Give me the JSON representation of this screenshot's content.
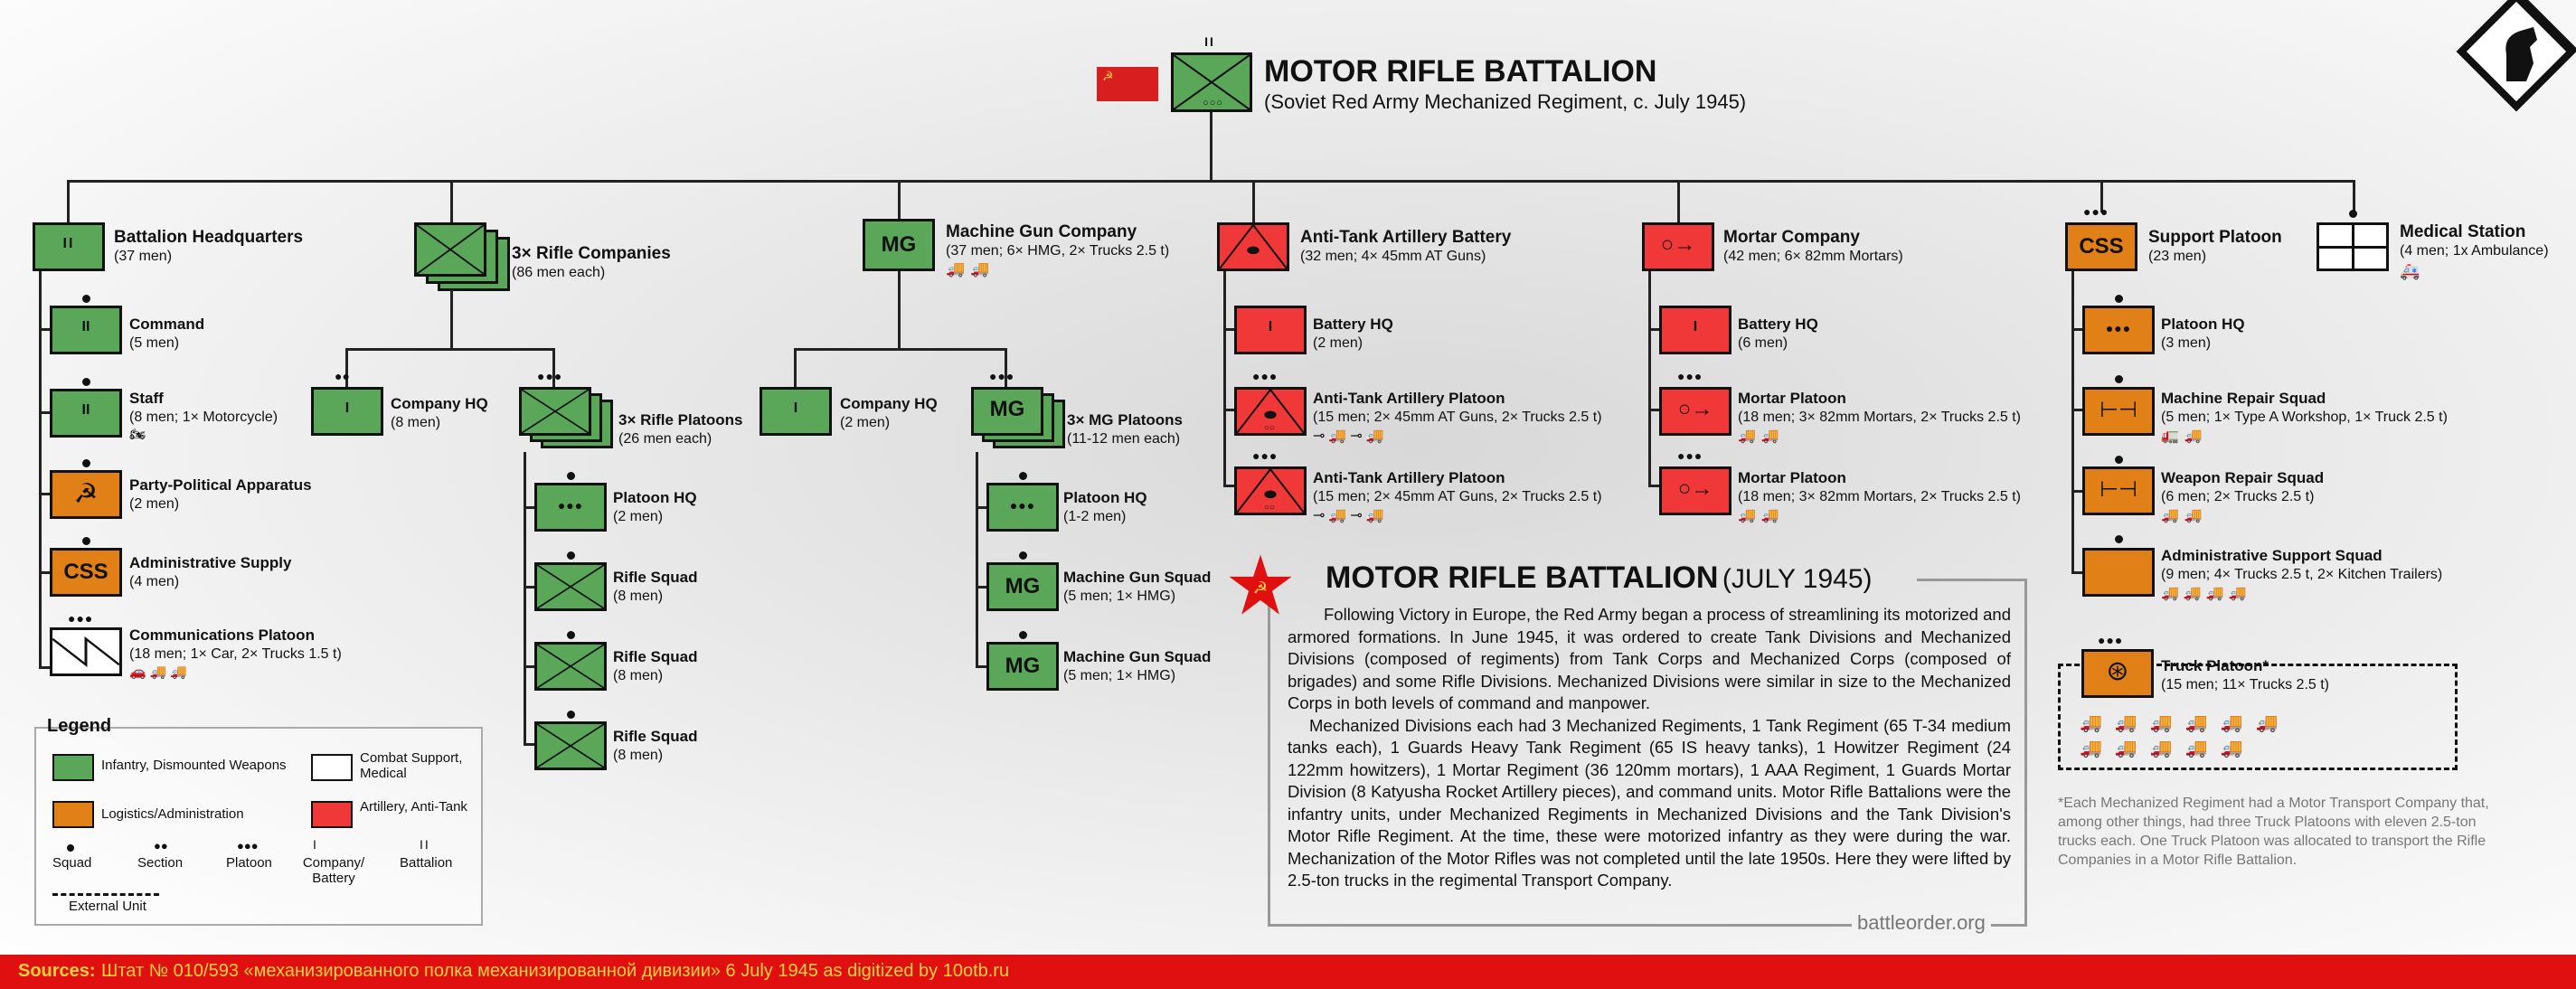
{
  "header": {
    "title": "MOTOR RIFLE BATTALION",
    "subtitle": "(Soviet Red Army Mechanized Regiment, c. July 1945)",
    "echelon": "II"
  },
  "colors": {
    "infantry": "#5aa75a",
    "logistics": "#e08016",
    "artillery": "#f03838",
    "support": "#ffffff",
    "footer": "#e01010",
    "footer_label": "#ffd23c"
  },
  "units": {
    "hq": {
      "title": "Battalion Headquarters",
      "sub": "(37 men)",
      "sym": "II"
    },
    "command": {
      "title": "Command",
      "sub": "(5 men)",
      "sym": "II"
    },
    "staff": {
      "title": "Staff",
      "sub": "(8 men; 1× Motorcycle)",
      "sym": "II"
    },
    "party": {
      "title": "Party-Political Apparatus",
      "sub": "(2 men)"
    },
    "admin_supply": {
      "title": "Administrative Supply",
      "sub": "(4 men)",
      "sym": "CSS"
    },
    "comms": {
      "title": "Communications Platoon",
      "sub": "(18 men; 1× Car, 2× Trucks 1.5 t)"
    },
    "rifle_cos": {
      "title": "3× Rifle Companies",
      "sub": "(86 men each)"
    },
    "co_hq": {
      "title": "Company HQ",
      "sub": "(8 men)",
      "sym": "I"
    },
    "rifle_plts": {
      "title": "3× Rifle Platoons",
      "sub": "(26 men each)"
    },
    "plt_hq": {
      "title": "Platoon HQ",
      "sub": "(2 men)"
    },
    "rifle_squad_1": {
      "title": "Rifle Squad",
      "sub": "(8 men)"
    },
    "rifle_squad_2": {
      "title": "Rifle Squad",
      "sub": "(8 men)"
    },
    "rifle_squad_3": {
      "title": "Rifle Squad",
      "sub": "(8 men)"
    },
    "mg_co": {
      "title": "Machine Gun Company",
      "sub": "(37 men; 6× HMG, 2× Trucks 2.5 t)",
      "sym": "MG"
    },
    "mg_co_hq": {
      "title": "Company HQ",
      "sub": "(2 men)",
      "sym": "I"
    },
    "mg_plts": {
      "title": "3× MG Platoons",
      "sub": "(11-12 men each)",
      "sym": "MG"
    },
    "mg_plt_hq": {
      "title": "Platoon HQ",
      "sub": "(1-2 men)"
    },
    "mg_squad_1": {
      "title": "Machine Gun Squad",
      "sub": "(5 men; 1× HMG)",
      "sym": "MG"
    },
    "mg_squad_2": {
      "title": "Machine Gun Squad",
      "sub": "(5 men; 1× HMG)",
      "sym": "MG"
    },
    "at_battery": {
      "title": "Anti-Tank Artillery Battery",
      "sub": "(32 men; 4× 45mm AT Guns)"
    },
    "at_hq": {
      "title": "Battery HQ",
      "sub": "(2 men)",
      "sym": "I"
    },
    "at_plt_1": {
      "title": "Anti-Tank Artillery Platoon",
      "sub": "(15 men; 2× 45mm AT Guns, 2× Trucks 2.5 t)"
    },
    "at_plt_2": {
      "title": "Anti-Tank Artillery Platoon",
      "sub": "(15 men; 2× 45mm AT Guns, 2× Trucks 2.5 t)"
    },
    "mortar_co": {
      "title": "Mortar Company",
      "sub": "(42 men; 6× 82mm Mortars)"
    },
    "mortar_hq": {
      "title": "Battery HQ",
      "sub": "(6 men)",
      "sym": "I"
    },
    "mortar_plt_1": {
      "title": "Mortar Platoon",
      "sub": "(18 men; 3× 82mm Mortars, 2× Trucks 2.5 t)"
    },
    "mortar_plt_2": {
      "title": "Mortar Platoon",
      "sub": "(18 men; 3× 82mm Mortars, 2× Trucks 2.5 t)"
    },
    "support_plt": {
      "title": "Support Platoon",
      "sub": "(23 men)",
      "sym": "CSS"
    },
    "support_hq": {
      "title": "Platoon HQ",
      "sub": "(3 men)"
    },
    "machine_repair": {
      "title": "Machine Repair Squad",
      "sub": "(5 men; 1× Type A Workshop, 1× Truck 2.5 t)"
    },
    "weapon_repair": {
      "title": "Weapon Repair Squad",
      "sub": "(6 men; 2× Trucks 2.5 t)"
    },
    "admin_support": {
      "title": "Administrative Support Squad",
      "sub": "(9 men; 4× Trucks 2.5 t, 2× Kitchen Trailers)"
    },
    "truck_plt": {
      "title": "Truck Platoon*",
      "sub": "(15 men; 11× Trucks 2.5 t)"
    },
    "medical": {
      "title": "Medical Station",
      "sub": "(4 men; 1x Ambulance)"
    }
  },
  "history": {
    "title": "MOTOR RIFLE BATTALION",
    "title_suffix": "(JULY 1945)",
    "p1": "Following Victory in Europe, the Red Army began a process of streamlining its motorized and armored formations. In June 1945, it was ordered to create Tank Divisions and Mechanized Divisions (composed of regiments) from Tank Corps and Mechanized Corps (composed of brigades) and some Rifle Divisions. Mechanized Divisions were similar in size to the Mechanized Corps in both levels of command and manpower.",
    "p2": "Mechanized Divisions each had 3 Mechanized Regiments, 1 Tank Regiment (65 T-34 medium tanks each), 1 Guards Heavy Tank Regiment (65 IS heavy tanks), 1 Howitzer Regiment (24 122mm howitzers), 1 Mortar Regiment (36 120mm mortars), 1 AAA Regiment, 1 Guards Mortar Division (8 Katyusha Rocket Artillery pieces), and command units. Motor Rifle Battalions were the infantry units, under Mechanized Regiments in Mechanized Divisions and the Tank Division's Motor Rifle Regiment. At the time, these were motorized infantry as they were during the war. Mechanization of the Motor Rifles was not completed until the late 1950s. Here they were lifted by 2.5-ton trucks in the regimental Transport Company.",
    "credit": "battleorder.org"
  },
  "footnote": "*Each Mechanized Regiment had a Motor Transport Company that, among other things, had three Truck Platoons with eleven 2.5-ton trucks each. One Truck Platoon was allocated to transport the Rifle Companies in a Motor Rifle Battalion.",
  "legend": {
    "title": "Legend",
    "infantry": "Infantry, Dismounted Weapons",
    "logistics": "Logistics/Administration",
    "support": "Combat Support, Medical",
    "artillery": "Artillery, Anti-Tank",
    "squad": "Squad",
    "section": "Section",
    "platoon": "Platoon",
    "company": "Company/ Battery",
    "battalion": "Battalion",
    "battalion_sym": "II",
    "company_sym": "I",
    "external": "External Unit"
  },
  "footer": {
    "label": "Sources:",
    "text": "Штат № 010/593 «механизированного полка механизированной дивизии» 6 July 1945 as digitized by 10otb.ru"
  }
}
